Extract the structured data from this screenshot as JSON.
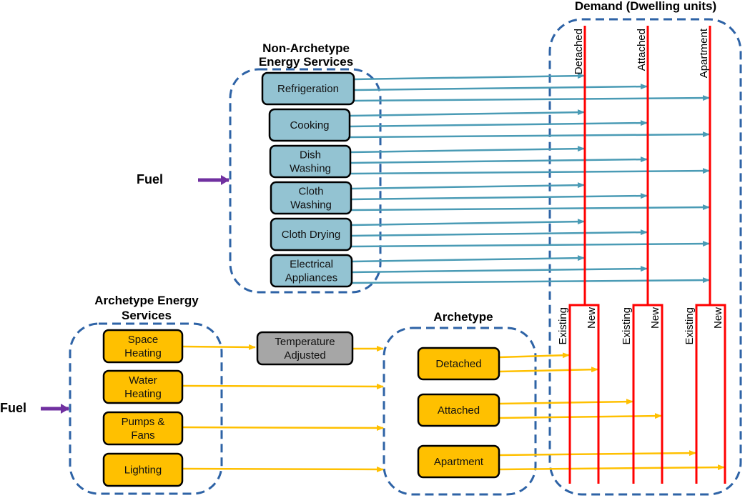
{
  "demand": {
    "title": "Demand (Dwelling units)",
    "types": [
      "Detached",
      "Attached",
      "Apartment"
    ],
    "vintages": [
      "Existing",
      "New"
    ]
  },
  "non_archetype": {
    "title_line1": "Non-Archetype",
    "title_line2": "Energy Services",
    "services": [
      [
        "Refrigeration"
      ],
      [
        "Cooking"
      ],
      [
        "Dish",
        "Washing"
      ],
      [
        "Cloth",
        "Washing"
      ],
      [
        "Cloth Drying"
      ],
      [
        "Electrical",
        "Appliances"
      ]
    ]
  },
  "archetype_services": {
    "title_line1": "Archetype Energy",
    "title_line2": "Services",
    "services": [
      [
        "Space",
        "Heating"
      ],
      [
        "Water",
        "Heating"
      ],
      [
        "Pumps &",
        "Fans"
      ],
      [
        "Lighting"
      ]
    ]
  },
  "temperature_adjusted": [
    "Temperature",
    "Adjusted"
  ],
  "archetype": {
    "title": "Archetype",
    "items": [
      "Detached",
      "Attached",
      "Apartment"
    ]
  },
  "fuel_label": "Fuel",
  "colors": {
    "non_archetype_box": "#93c3d2",
    "archetype_box": "#ffc000",
    "temperature_box": "#a6a6a6",
    "group_border": "#2e63a6",
    "demand_line": "#ff0000",
    "blue_flow": "#4a9bb5",
    "gold_flow": "#ffc000",
    "fuel_arrow": "#7030a0"
  }
}
